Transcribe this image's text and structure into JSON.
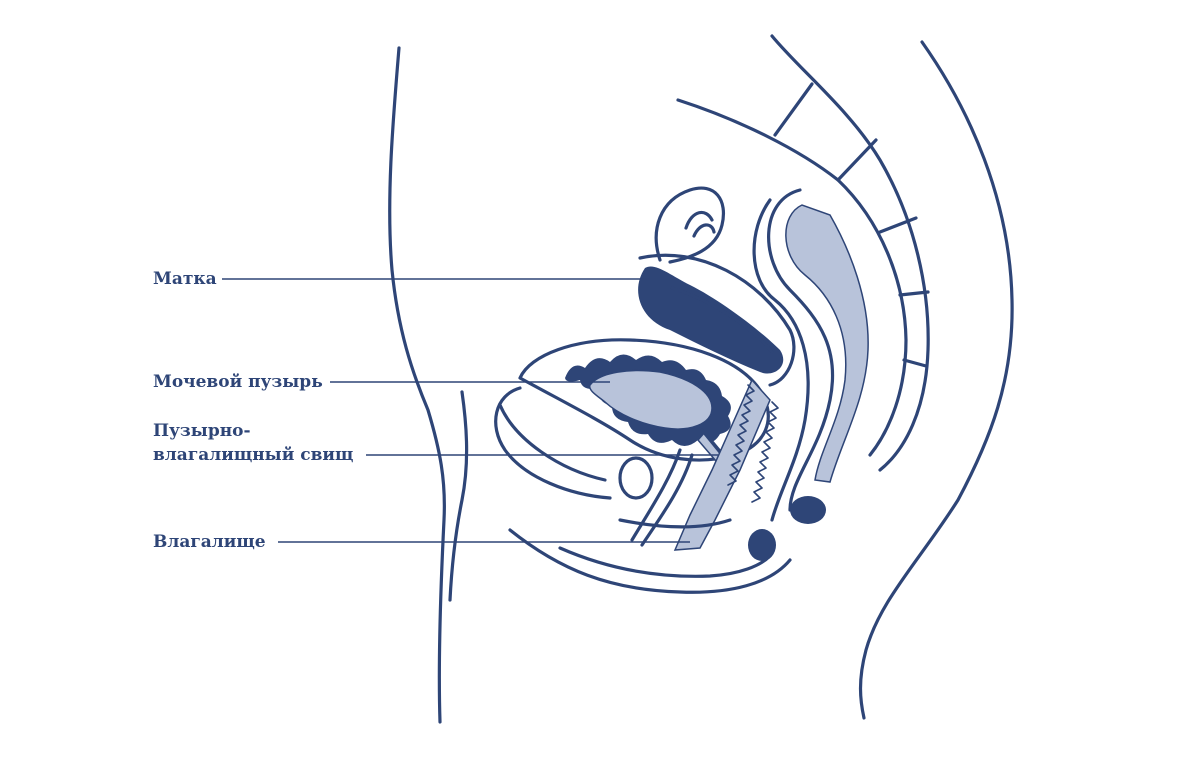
{
  "colors": {
    "ink": "#2e4577",
    "fill": "#b8c3da",
    "background": "#ffffff"
  },
  "labels": {
    "uterus": "Матка",
    "bladder": "Мочевой пузырь",
    "fistula_line1": "Пузырно-",
    "fistula_line2": "влагалищный свищ",
    "vagina": "Влагалище"
  }
}
